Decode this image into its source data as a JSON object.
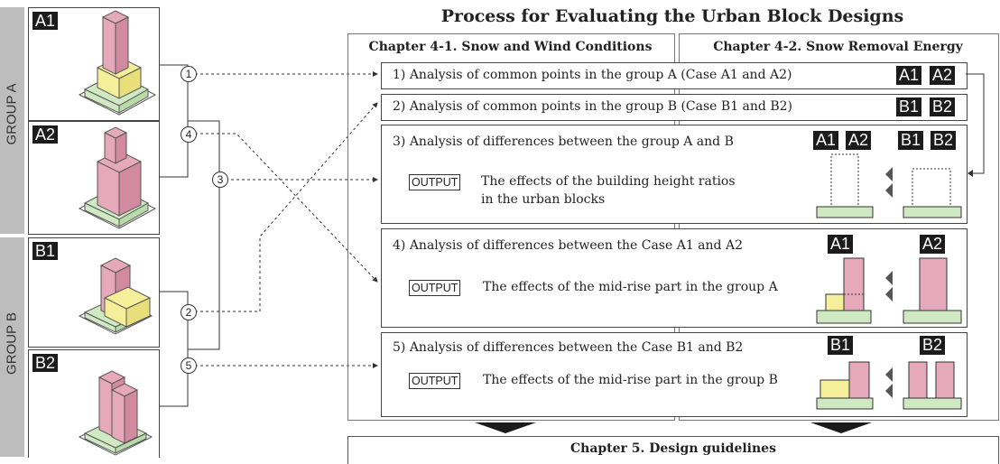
{
  "title": "Process for Evaluating the Urban Block Designs",
  "groups": [
    {
      "label": "GROUP A"
    },
    {
      "label": "GROUP B"
    }
  ],
  "cases": [
    "A1",
    "A2",
    "B1",
    "B2"
  ],
  "chapters": {
    "left": "Chapter 4-1. Snow and Wind Conditions",
    "right": "Chapter 4-2. Snow Removal Energy",
    "bottom": "Chapter 5. Design guidelines"
  },
  "connectors": [
    "1",
    "4",
    "3",
    "2",
    "5"
  ],
  "rows": [
    {
      "text": "1) Analysis of common points in the group A (Case A1 and A2)",
      "badges": [
        "A1",
        "A2"
      ]
    },
    {
      "text": "2) Analysis of common points in the group B (Case B1 and B2)",
      "badges": [
        "B1",
        "B2"
      ]
    },
    {
      "text": "3) Analysis of differences between the group A and B",
      "output_tag": "OUTPUT",
      "output_line1": "The effects of the building height ratios",
      "output_line2": "in the urban blocks",
      "badges": [
        "A1",
        "A2",
        "B1",
        "B2"
      ]
    },
    {
      "text": "4) Analysis of differences between the Case A1 and A2",
      "output_tag": "OUTPUT",
      "output_line1": "The effects of the mid-rise part in the group A",
      "badges": [
        "A1",
        "A2"
      ]
    },
    {
      "text": "5) Analysis of differences between the Case B1 and B2",
      "output_tag": "OUTPUT",
      "output_line1": "The effects of the mid-rise part in the group B",
      "badges": [
        "B1",
        "B2"
      ]
    }
  ],
  "colors": {
    "tower": "#e6a9bc",
    "midrise": "#f6ef9a",
    "base": "#cfe9c2",
    "bar": "#bdbdbd"
  }
}
